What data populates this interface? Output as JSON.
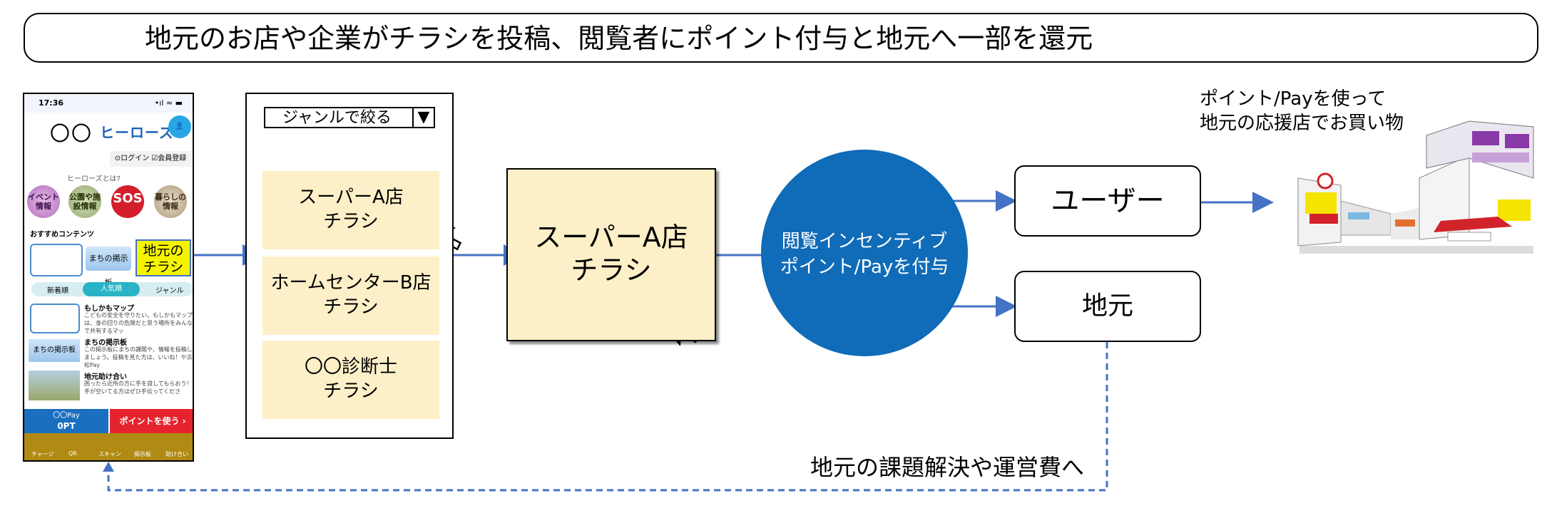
{
  "title": "地元のお店や企業がチラシを投稿、閲覧者にポイント付与と地元へ一部を還元",
  "phone": {
    "time": "17:36",
    "signal": "•ıl ≈ ▬",
    "logo_text": "〇〇",
    "brand": "ヒーローズ",
    "login": "⊙ログイン ☑会員登録",
    "about": "ヒーローズとは?",
    "circles": [
      "イベント情報",
      "公園や施設情報",
      "SOS",
      "暮らしの情報"
    ],
    "section": "おすすめコンテンツ",
    "board_label": "まちの掲示板",
    "local_flyer": "地元のチラシ",
    "tabs": [
      "新着順",
      "人気順",
      "ジャンル"
    ],
    "items": [
      {
        "title": "もしかもマップ",
        "text": "こどもの安全を守りたい。もしかもマップは、身の回りの危険だと思う場所をみんなで共有するマッ"
      },
      {
        "title": "まちの掲示板",
        "text": "この掲示板にまちの課題や、情報を投稿しましょう。投稿を見た方は、いいね！や浜松Pay"
      },
      {
        "title": "地元助け合い",
        "text": "困ったら近所の方に手を貸してもらおう！手が空いてる方はぜひ手伝ってくださ"
      }
    ],
    "pay_label": "〇〇Pay",
    "pay_value": "0PT",
    "use_points": "ポイントを使う ›",
    "nav": [
      "チャージ",
      "QR",
      "スキャン",
      "掲示板",
      "助け合い"
    ]
  },
  "panel": {
    "dropdown": "ジャンルで絞る",
    "dropdown_arrow": "▼",
    "flyers": [
      {
        "line1": "スーパーA店",
        "line2": "チラシ"
      },
      {
        "line1": "ホームセンターB店",
        "line2": "チラシ"
      },
      {
        "line1": "〇〇診断士",
        "line2": "チラシ"
      }
    ]
  },
  "big_flyer": {
    "line1": "スーパーA店",
    "line2": "チラシ"
  },
  "incentive": {
    "line1": "閲覧インセンティブ",
    "line2": "ポイント/Payを付与"
  },
  "user_box": "ユーザー",
  "local_box": "地元",
  "shop_caption": {
    "line1": "ポイント/Payを使って",
    "line2": "地元の応援店でお買い物"
  },
  "fund_caption": "地元の課題解決や運営費へ",
  "colors": {
    "arrow": "#4472c4",
    "circle": "#106bb8",
    "flyer": "#fdf0c8",
    "highlight": "#f5f400"
  }
}
